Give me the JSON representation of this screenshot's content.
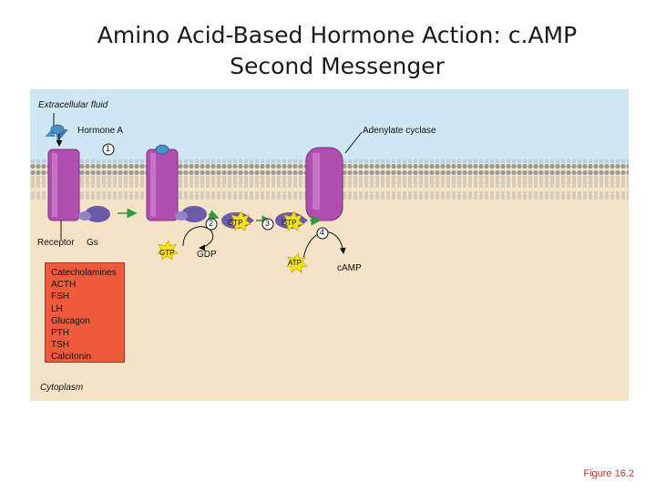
{
  "slide": {
    "title": "Amino Acid-Based Hormone Action: c.AMP Second Messenger",
    "figure_ref": "Figure 16.2"
  },
  "diagram": {
    "extracellular": "Extracellular fluid",
    "cytoplasm": "Cytoplasm",
    "hormone_a": "Hormone A",
    "adenylate_cyclase": "Adenylate cyclase",
    "receptor": "Receptor",
    "gs": "Gs",
    "gtp": "GTP",
    "gdp": "GDP",
    "atp": "ATP",
    "camp": "cAMP",
    "steps": [
      "1",
      "2",
      "3",
      "4"
    ],
    "hormones": [
      "Catecholamines",
      "ACTH",
      "FSH",
      "LH",
      "Glucagon",
      "PTH",
      "TSH",
      "Calcitonin"
    ],
    "colors": {
      "extracellular_bg": "#cfe7f3",
      "cytoplasm_bg": "#f4e3c6",
      "receptor": "#b04fb0",
      "g_protein": "#6a5aa8",
      "hormone_box": "#ee5b3c",
      "gtp_star": "#f4e21f",
      "arrow_green": "#2f9a3b"
    }
  }
}
